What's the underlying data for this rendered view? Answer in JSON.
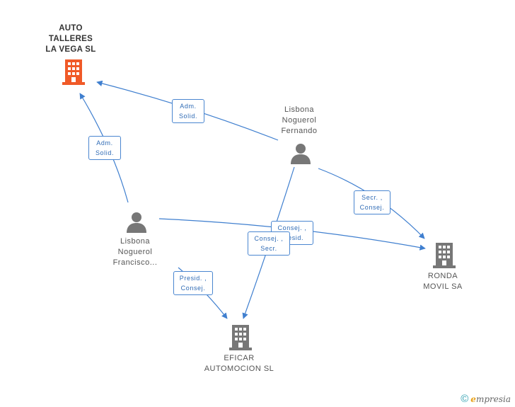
{
  "nodes": {
    "auto_talleres": {
      "lines": [
        "AUTO",
        "TALLERES",
        "LA VEGA SL"
      ],
      "type": "company",
      "color": "#f05a28"
    },
    "lisbona_fernando": {
      "lines": [
        "Lisbona",
        "Noguerol",
        "Fernando"
      ],
      "type": "person",
      "color": "#777777"
    },
    "lisbona_francisco": {
      "lines": [
        "Lisbona",
        "Noguerol",
        "Francisco..."
      ],
      "type": "person",
      "color": "#777777"
    },
    "ronda_movil": {
      "lines": [
        "RONDA",
        "MOVIL SA"
      ],
      "type": "company",
      "color": "#777777"
    },
    "eficar": {
      "lines": [
        "EFICAR",
        "AUTOMOCION SL"
      ],
      "type": "company",
      "color": "#777777"
    }
  },
  "edges": [
    {
      "from": "lisbona_fernando",
      "to": "auto_talleres",
      "label": [
        "Adm.",
        "Solid."
      ]
    },
    {
      "from": "lisbona_francisco",
      "to": "auto_talleres",
      "label": [
        "Adm.",
        "Solid."
      ]
    },
    {
      "from": "lisbona_fernando",
      "to": "ronda_movil",
      "label": [
        "Secr. ,",
        "Consej."
      ]
    },
    {
      "from": "lisbona_francisco",
      "to": "ronda_movil",
      "label": [
        "Consej. ,",
        "Presid."
      ]
    },
    {
      "from": "lisbona_fernando",
      "to": "eficar",
      "label": [
        "Consej. ,",
        "Secr."
      ]
    },
    {
      "from": "lisbona_francisco",
      "to": "eficar",
      "label": [
        "Presid. ,",
        "Consej."
      ]
    }
  ],
  "colors": {
    "edge": "#3f7fcf",
    "accent": "#f05a28",
    "icon": "#777777"
  },
  "footer": {
    "copyright_symbol": "©",
    "brand_e": "e",
    "brand_rest": "mpresia"
  }
}
